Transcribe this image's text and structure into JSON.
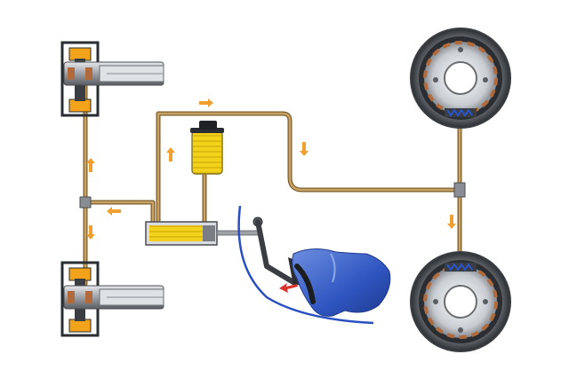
{
  "colors": {
    "background": "#ffffff",
    "brake_line": "#b08a4a",
    "brake_line_dark": "#7a5c2a",
    "fluid": "#f2d21a",
    "fluid_dark": "#c9a400",
    "arrow": "#f0a030",
    "pedal_arrow": "#d8342a",
    "disc_metal": "#b9bdc2",
    "disc_dark": "#5a5e63",
    "drum_rim": "#8e9298",
    "drum_inner": "#2a2d31",
    "shoe_lining": "#b06a3c",
    "spring": "#2a55c8",
    "pedal": "#2e2e2e",
    "shoe": "#3a5fc6",
    "floor_line": "#2a4fc0"
  },
  "components": [
    {
      "id": "front-left-disc-brake",
      "icon": "disc-brake-icon"
    },
    {
      "id": "rear-left-disc-brake",
      "icon": "disc-brake-icon"
    },
    {
      "id": "front-right-drum-brake",
      "icon": "drum-brake-icon"
    },
    {
      "id": "rear-right-drum-brake",
      "icon": "drum-brake-icon"
    },
    {
      "id": "fluid-reservoir",
      "icon": "reservoir-icon"
    },
    {
      "id": "master-cylinder",
      "icon": "master-cylinder-icon"
    },
    {
      "id": "brake-pedal",
      "icon": "pedal-icon"
    },
    {
      "id": "driver-shoe",
      "icon": "shoe-icon"
    }
  ],
  "flow_arrows": [
    {
      "id": "top-line-arrow",
      "direction": "right"
    },
    {
      "id": "top-left-arrow",
      "direction": "up"
    },
    {
      "id": "right-line-arrow",
      "direction": "down"
    },
    {
      "id": "left-line-arrow",
      "direction": "left"
    },
    {
      "id": "left-up-arrow",
      "direction": "up"
    },
    {
      "id": "left-down-arrow",
      "direction": "down"
    },
    {
      "id": "right-down-arrow",
      "direction": "down"
    },
    {
      "id": "pedal-force-arrow",
      "direction": "left"
    }
  ]
}
